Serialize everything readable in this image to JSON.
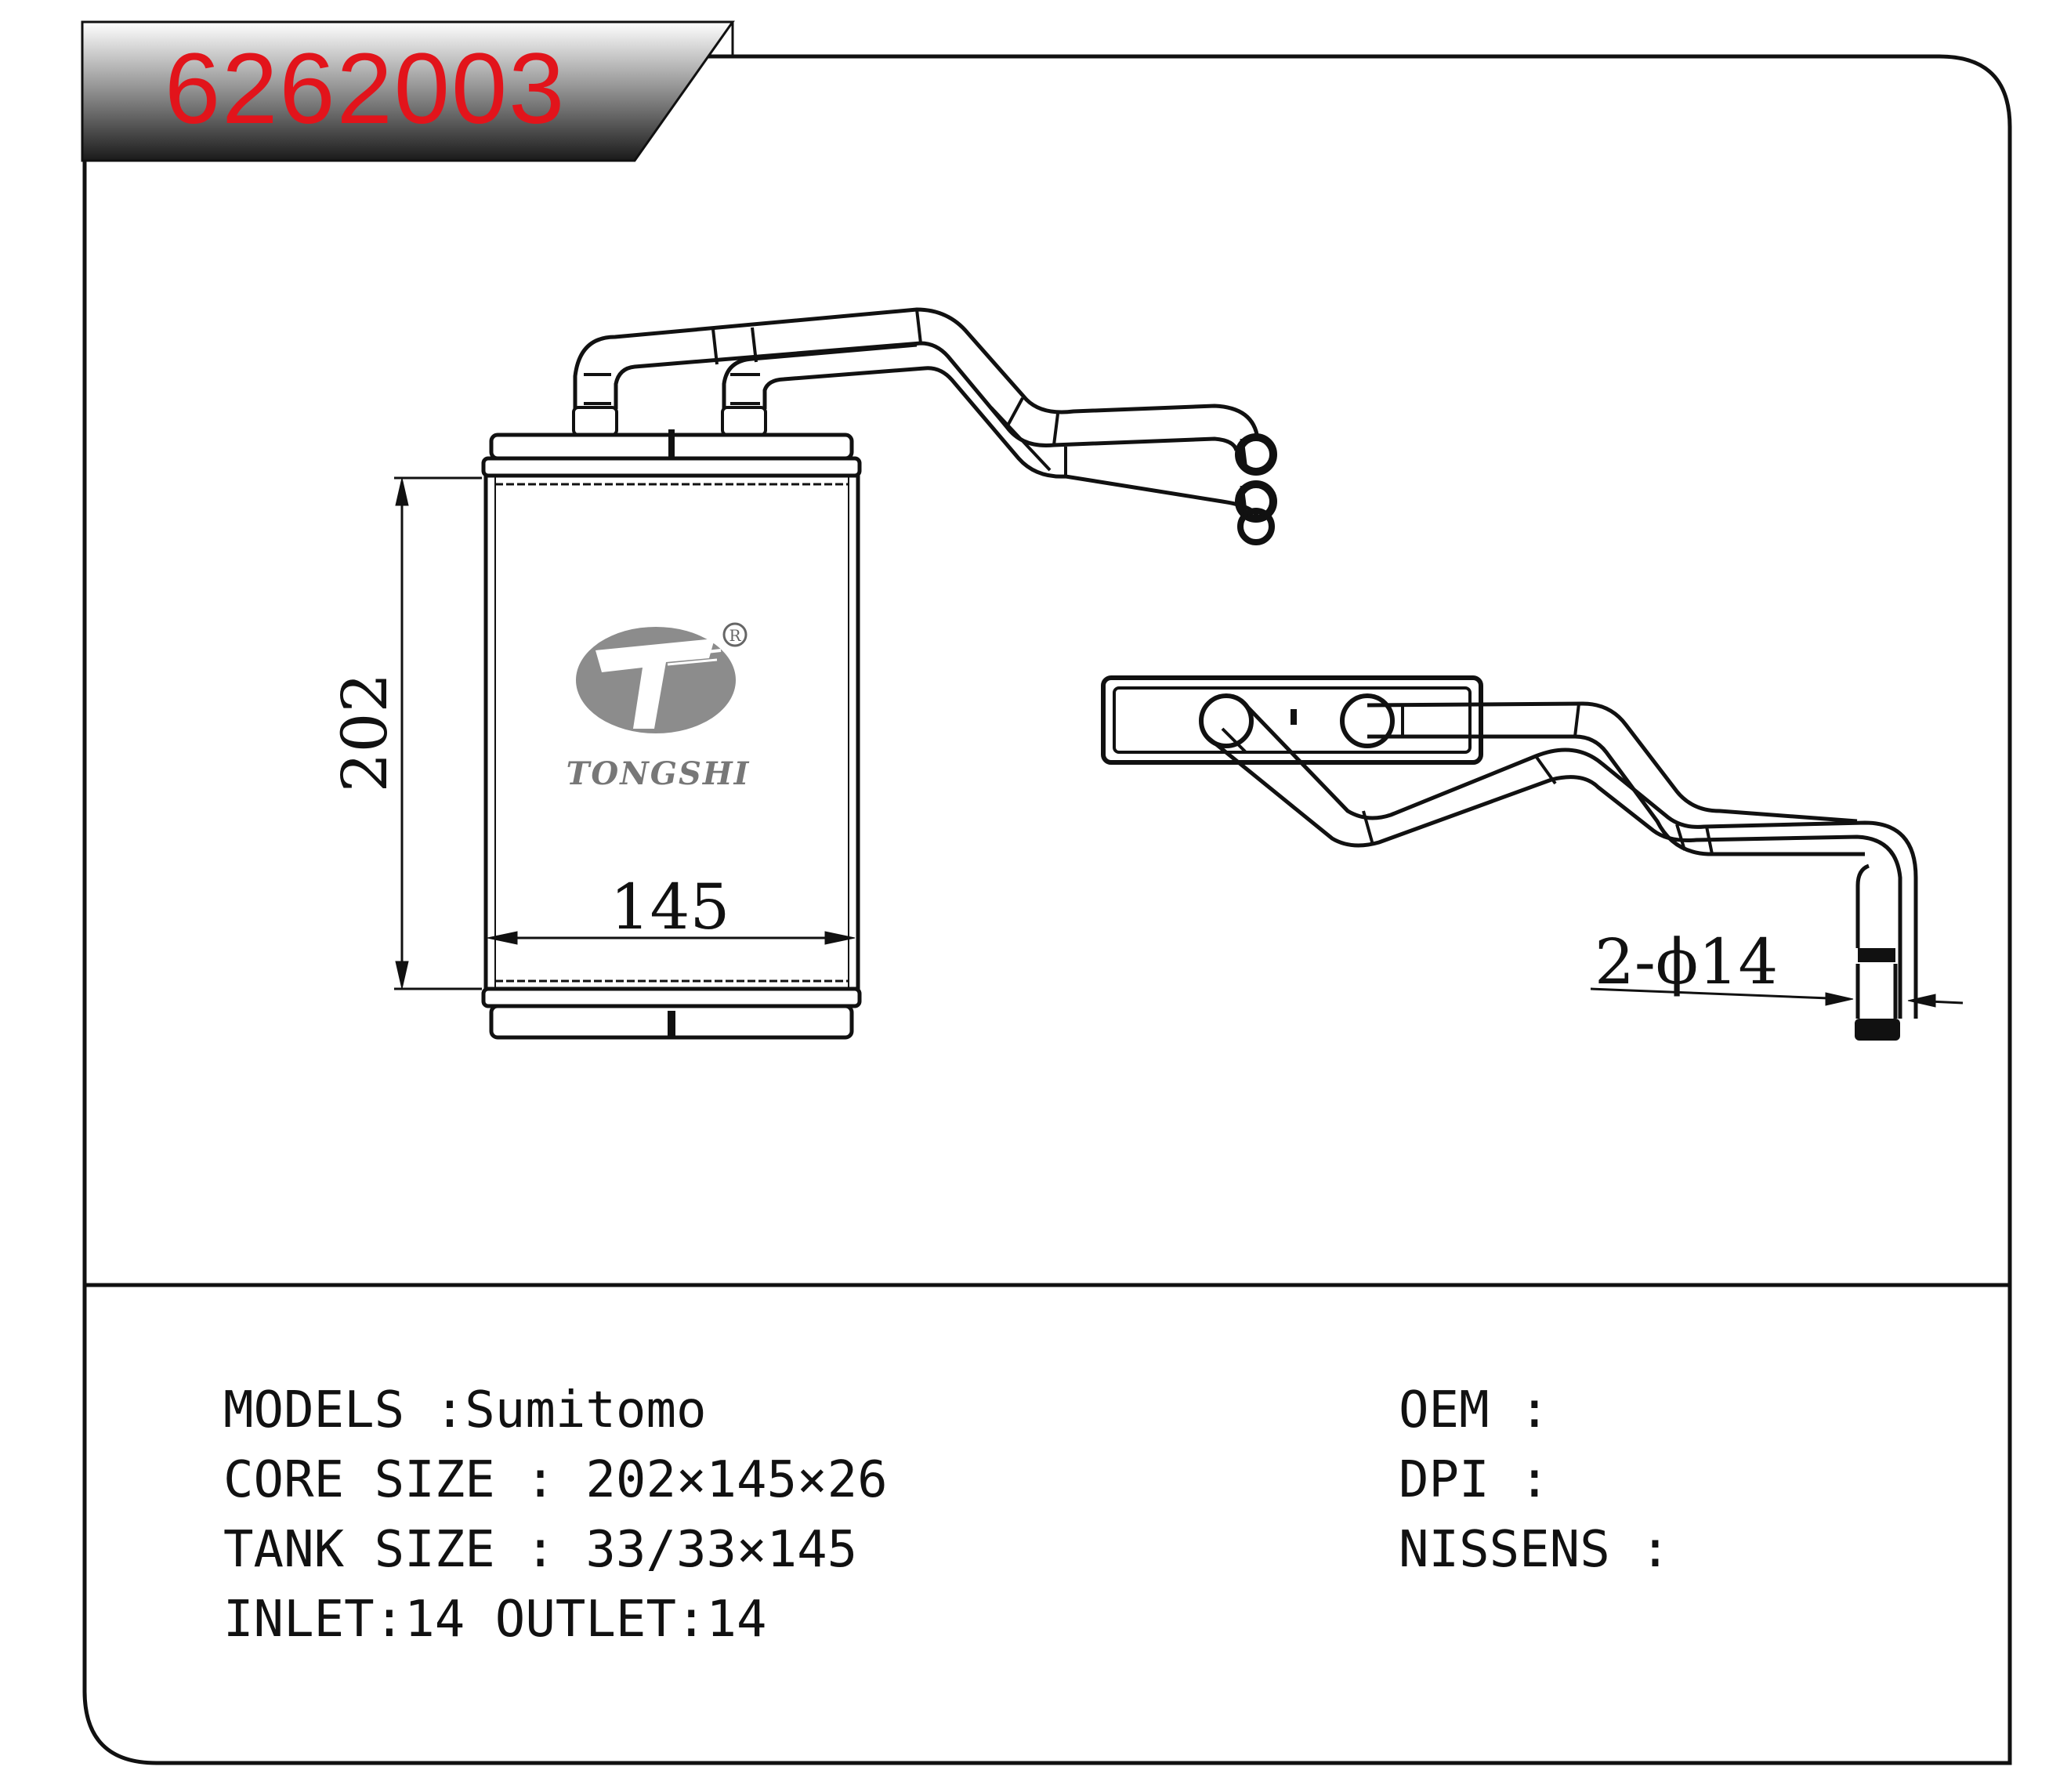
{
  "header": {
    "part_number": "6262003"
  },
  "drawing": {
    "height_dim": "202",
    "width_dim": "145",
    "pipe_dim": "2-ϕ14",
    "logo_text": "TONGSHI",
    "registered_mark": "R"
  },
  "specs": {
    "models": "MODELS :Sumitomo",
    "core_size": "CORE SIZE : 202×145×26",
    "tank_size": "TANK SIZE : 33/33×145",
    "inlet_outlet": "INLET:14 OUTLET:14"
  },
  "references": {
    "oem": "OEM :",
    "dpi": "DPI :",
    "nissens": "NISSENS :"
  }
}
